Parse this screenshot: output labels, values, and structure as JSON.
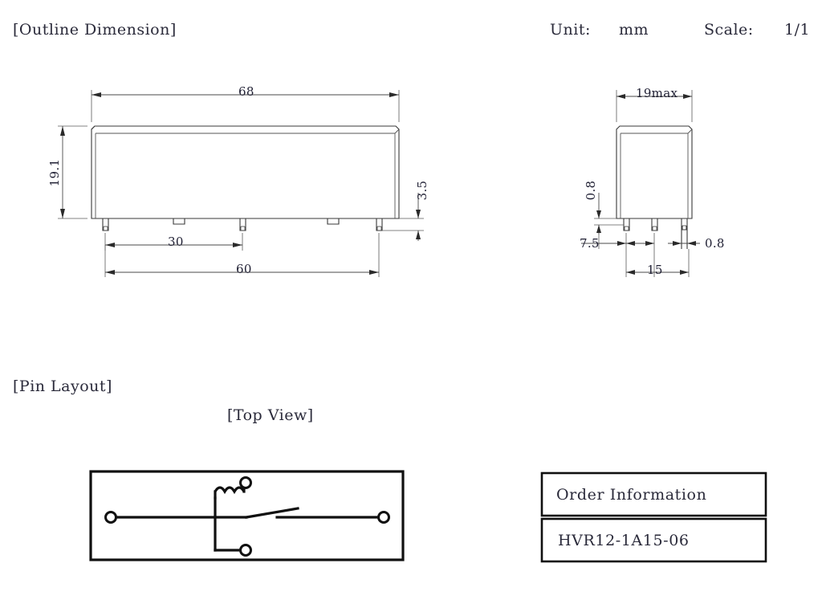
{
  "document": {
    "type": "mechanical-drawing",
    "part_number": "HVR12-1A15-06"
  },
  "header": {
    "section_title": "[Outline Dimension]",
    "unit_label": "Unit:",
    "unit_value": "mm",
    "scale_label": "Scale:",
    "scale_value": "1/1"
  },
  "front_view": {
    "name": "front-elevation",
    "dimensions": {
      "overall_width": "68",
      "height": "19.1",
      "pin_length": "3.5",
      "pin_pitch_inner": "30",
      "pin_span": "60"
    }
  },
  "side_view": {
    "name": "side-elevation",
    "dimensions": {
      "depth_max": "19max",
      "pin_offset_vertical": "0.8",
      "pin_edge_distance": "7.5",
      "pin_thickness": "0.8",
      "pin_span": "15"
    }
  },
  "pin_layout": {
    "section_title": "[Pin Layout]",
    "view_label": "[Top View]",
    "schematic": {
      "type": "relay-1-form-a",
      "elements": [
        "coil",
        "common-terminal",
        "normally-open-contact",
        "coil-terminal-1",
        "coil-terminal-2",
        "contact-terminal"
      ]
    }
  },
  "order_table": {
    "header": "Order Information",
    "rows": [
      {
        "value": "HVR12-1A15-06"
      }
    ]
  },
  "colors": {
    "line": "#3a3a3a",
    "schematic": "#101010",
    "text": "#2a2a3a",
    "background": "#ffffff"
  }
}
